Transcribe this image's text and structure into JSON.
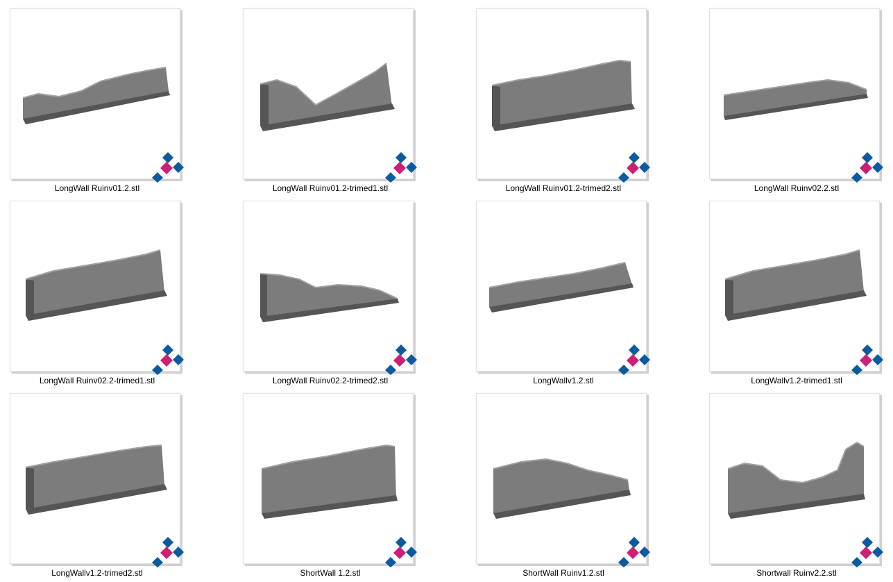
{
  "colors": {
    "model_fill": "#7c7c7c",
    "model_dark": "#555555",
    "model_light": "#a2a2a2",
    "badge_blue": "#0a5aa0",
    "badge_magenta": "#cc1f76"
  },
  "files": [
    {
      "name": "LongWall Ruinv01.2.stl",
      "icon": "stl-file-icon"
    },
    {
      "name": "LongWall Ruinv01.2-trimed1.stl",
      "icon": "stl-file-icon"
    },
    {
      "name": "LongWall Ruinv01.2-trimed2.stl",
      "icon": "stl-file-icon"
    },
    {
      "name": "LongWall Ruinv02.2.stl",
      "icon": "stl-file-icon"
    },
    {
      "name": "LongWall Ruinv02.2-trimed1.stl",
      "icon": "stl-file-icon"
    },
    {
      "name": "LongWall Ruinv02.2-trimed2.stl",
      "icon": "stl-file-icon"
    },
    {
      "name": "LongWallv1.2.stl",
      "icon": "stl-file-icon"
    },
    {
      "name": "LongWallv1.2-trimed1.stl",
      "icon": "stl-file-icon"
    },
    {
      "name": "LongWallv1.2-trimed2.stl",
      "icon": "stl-file-icon"
    },
    {
      "name": "ShortWall 1.2.stl",
      "icon": "stl-file-icon"
    },
    {
      "name": "ShortWall Ruinv1.2.stl",
      "icon": "stl-file-icon"
    },
    {
      "name": "Shortwall Ruinv2.2.stl",
      "icon": "stl-file-icon"
    }
  ]
}
